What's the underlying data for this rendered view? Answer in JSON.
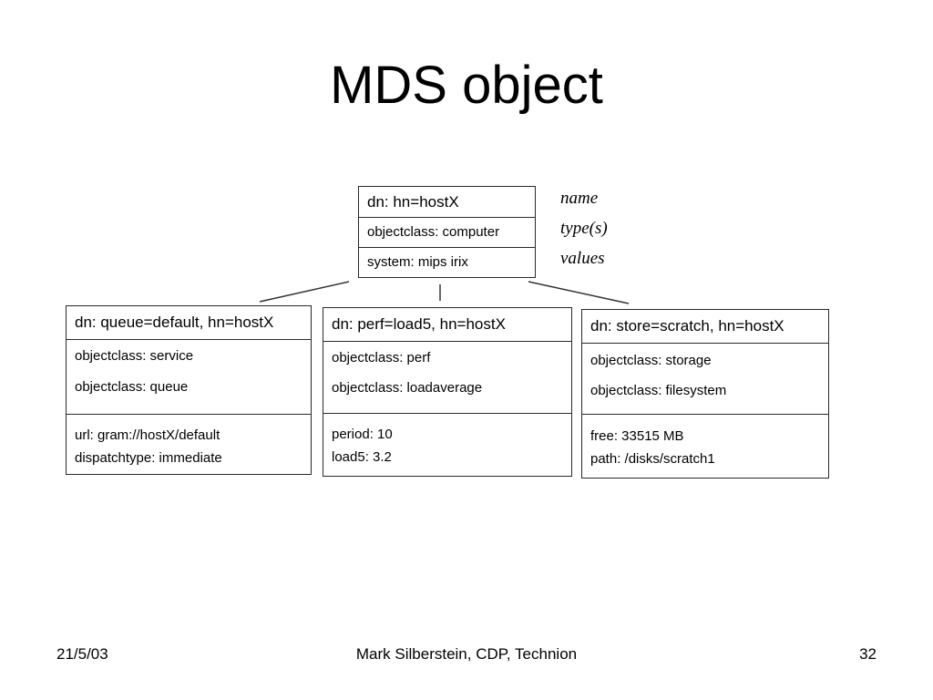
{
  "slide": {
    "title": "MDS object",
    "footer_left": "21/5/03",
    "footer_center": "Mark Silberstein, CDP, Technion",
    "footer_right": "32"
  },
  "diagram": {
    "root": {
      "dn": "dn: hn=hostX",
      "objectclass": "objectclass: computer",
      "system": "system: mips irix"
    },
    "labels": {
      "name": "name",
      "types": "type(s)",
      "values": "values"
    },
    "queue": {
      "dn": "dn: queue=default, hn=hostX",
      "oc1": "objectclass: service",
      "oc2": "objectclass: queue",
      "v1": "url: gram://hostX/default",
      "v2": "dispatchtype: immediate"
    },
    "perf": {
      "dn": "dn: perf=load5, hn=hostX",
      "oc1": "objectclass: perf",
      "oc2": "objectclass: loadaverage",
      "v1": "period: 10",
      "v2": "load5: 3.2"
    },
    "store": {
      "dn": "dn: store=scratch, hn=hostX",
      "oc1": "objectclass: storage",
      "oc2": "objectclass: filesystem",
      "v1": "free: 33515 MB",
      "v2": "path: /disks/scratch1"
    }
  }
}
